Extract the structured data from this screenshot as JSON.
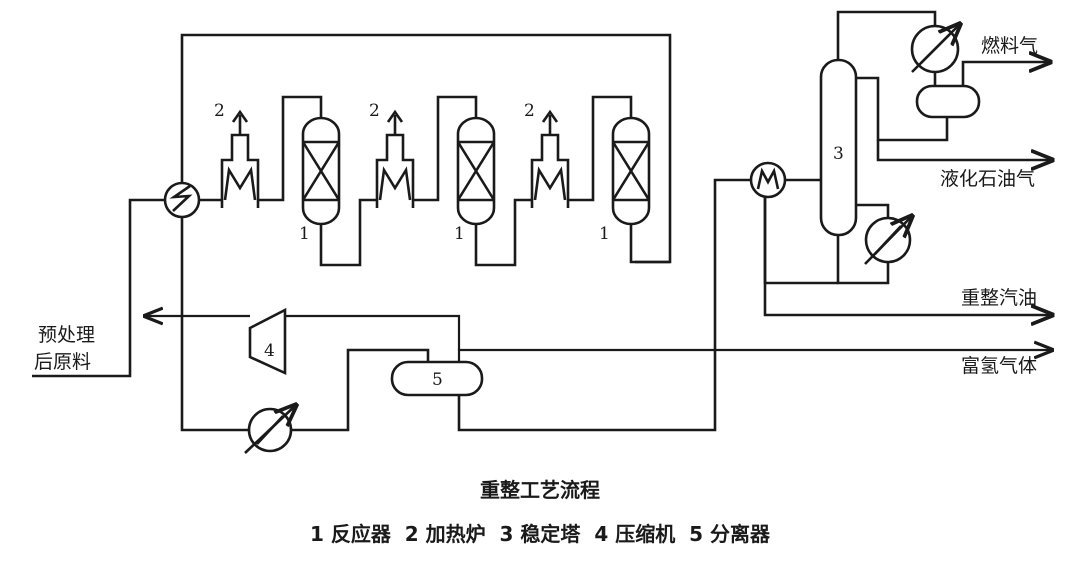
{
  "diagram": {
    "caption_title": "重整工艺流程",
    "caption_legend": "1 反应器  2 加热炉  3 稳定塔  4 压缩机  5 分离器",
    "streams": {
      "feed_line1": "预处理",
      "feed_line2": "后原料",
      "fuel_gas": "燃料气",
      "lpg": "液化石油气",
      "reformate": "重整汽油",
      "h2_rich_gas": "富氢气体"
    },
    "tags": {
      "reactor": "1",
      "heater": "2",
      "stabilizer": "3",
      "compressor": "4",
      "separator": "5"
    }
  }
}
